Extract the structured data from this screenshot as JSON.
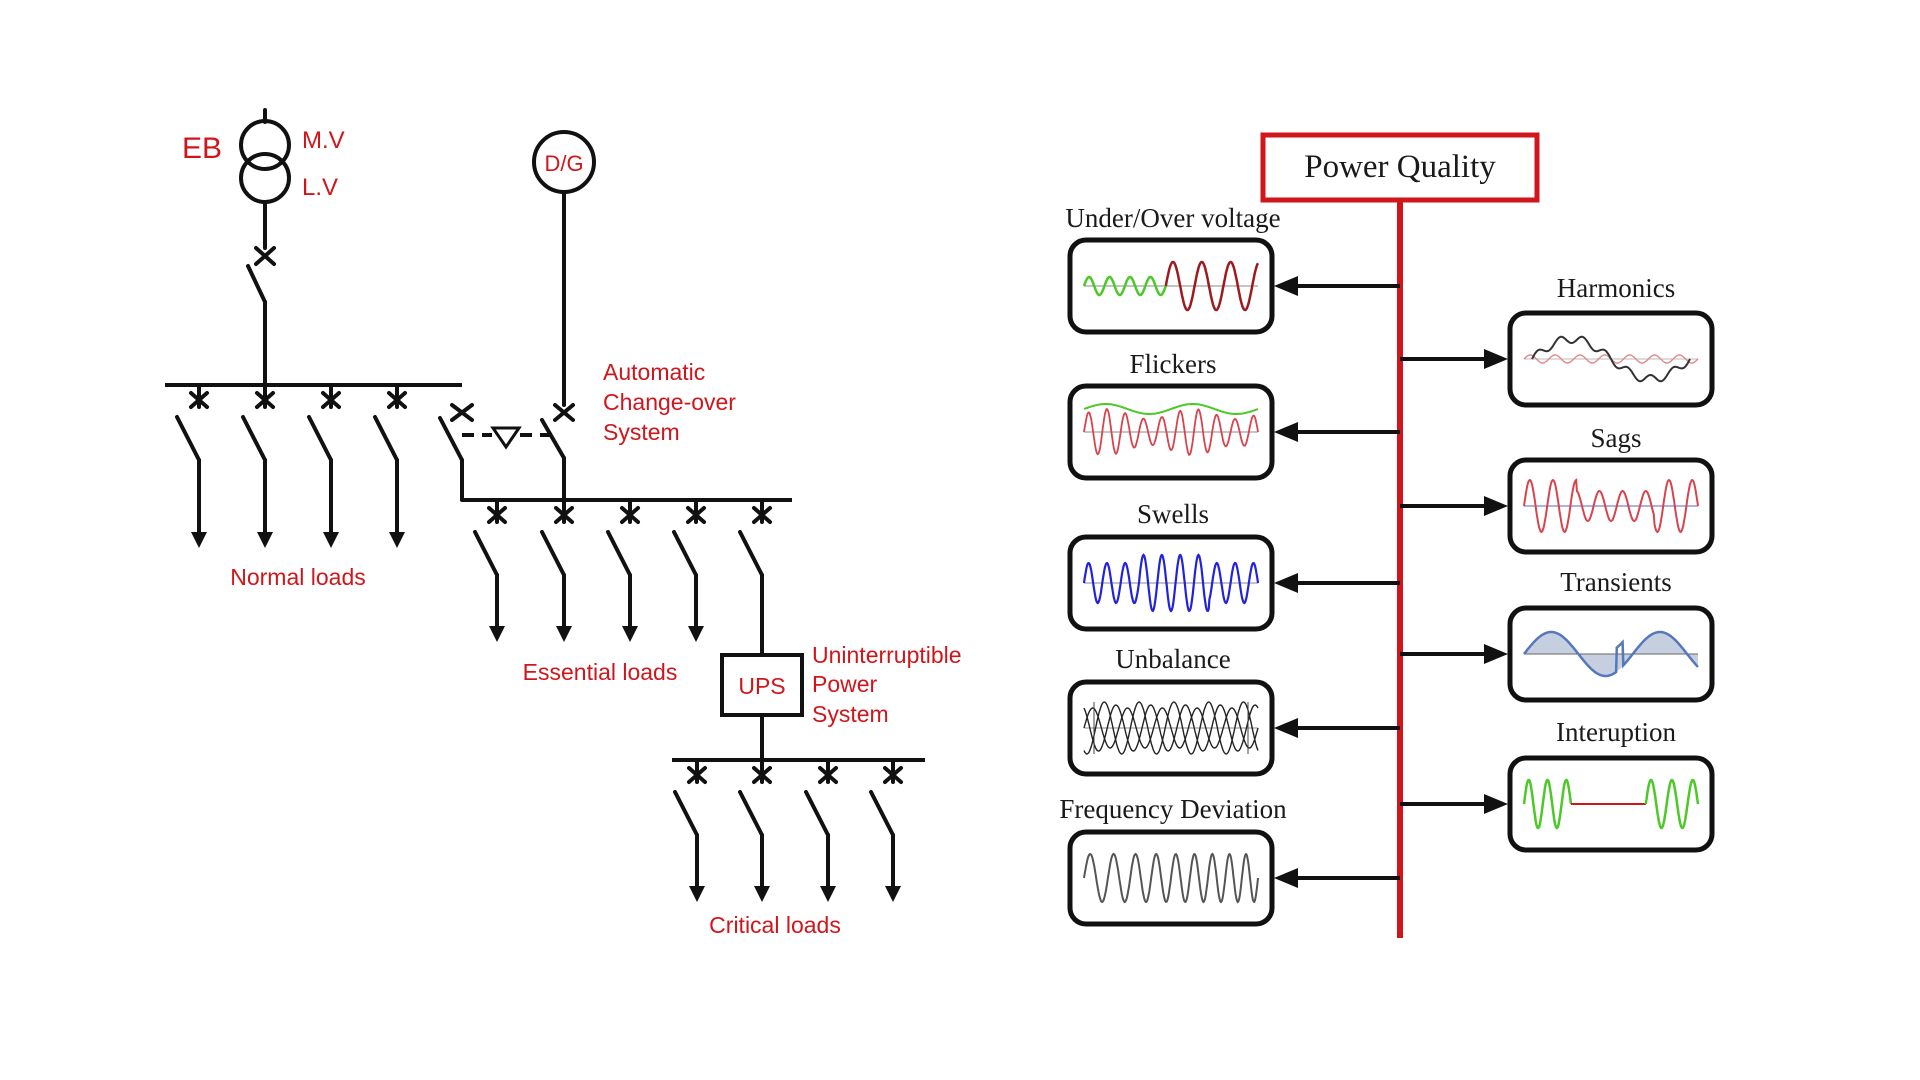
{
  "colors": {
    "label_red": "#d0161b",
    "trunk_red": "#d0161b",
    "line_black": "#111111",
    "wave_green": "#4cc928",
    "wave_darkred": "#9b1b20",
    "wave_pink": "#d9434d",
    "wave_blue": "#2222dd",
    "wave_steelblue": "#5577bb",
    "wave_gray": "#555555"
  },
  "single_line_diagram": {
    "source": {
      "label": "EB",
      "mv_label": "M.V",
      "lv_label": "L.V"
    },
    "generator": {
      "label": "D/G"
    },
    "ats_label": [
      "Automatic",
      "Change-over",
      "System"
    ],
    "normal_loads_label": "Normal loads",
    "essential_loads_label": "Essential loads",
    "ups": {
      "label": "UPS",
      "description": [
        "Uninterruptible",
        "Power",
        "System"
      ]
    },
    "critical_loads_label": "Critical loads"
  },
  "power_quality": {
    "title": "Power Quality",
    "left_items": [
      {
        "label": "Under/Over voltage",
        "icon": "under-over-voltage-waveform-icon"
      },
      {
        "label": "Flickers",
        "icon": "flicker-waveform-icon"
      },
      {
        "label": "Swells",
        "icon": "swell-waveform-icon"
      },
      {
        "label": "Unbalance",
        "icon": "unbalance-waveform-icon"
      },
      {
        "label": "Frequency Deviation",
        "icon": "frequency-deviation-waveform-icon"
      }
    ],
    "right_items": [
      {
        "label": "Harmonics",
        "icon": "harmonics-waveform-icon"
      },
      {
        "label": "Sags",
        "icon": "sag-waveform-icon"
      },
      {
        "label": "Transients",
        "icon": "transient-waveform-icon"
      },
      {
        "label": "Interuption",
        "icon": "interruption-waveform-icon"
      }
    ]
  }
}
